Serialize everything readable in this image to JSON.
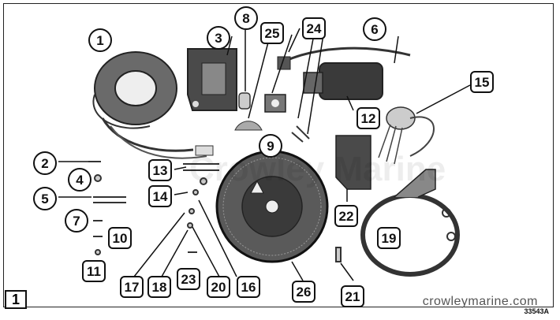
{
  "figure_tag": "1",
  "figure_code": "33543A",
  "site_url": "crowleymarine.com",
  "watermark": "Crowley Marine",
  "callouts": [
    {
      "label": "1",
      "shape": "circle"
    },
    {
      "label": "2",
      "shape": "circle"
    },
    {
      "label": "3",
      "shape": "circle"
    },
    {
      "label": "4",
      "shape": "circle"
    },
    {
      "label": "5",
      "shape": "circle"
    },
    {
      "label": "6",
      "shape": "circle"
    },
    {
      "label": "7",
      "shape": "circle"
    },
    {
      "label": "8",
      "shape": "circle"
    },
    {
      "label": "9",
      "shape": "circle"
    },
    {
      "label": "10",
      "shape": "square"
    },
    {
      "label": "11",
      "shape": "square"
    },
    {
      "label": "12",
      "shape": "square"
    },
    {
      "label": "13",
      "shape": "square"
    },
    {
      "label": "14",
      "shape": "square"
    },
    {
      "label": "15",
      "shape": "square"
    },
    {
      "label": "16",
      "shape": "square"
    },
    {
      "label": "17",
      "shape": "square"
    },
    {
      "label": "18",
      "shape": "square"
    },
    {
      "label": "19",
      "shape": "square"
    },
    {
      "label": "20",
      "shape": "square"
    },
    {
      "label": "21",
      "shape": "square"
    },
    {
      "label": "22",
      "shape": "square"
    },
    {
      "label": "23",
      "shape": "square"
    },
    {
      "label": "24",
      "shape": "square"
    },
    {
      "label": "25",
      "shape": "square"
    },
    {
      "label": "26",
      "shape": "square"
    }
  ]
}
